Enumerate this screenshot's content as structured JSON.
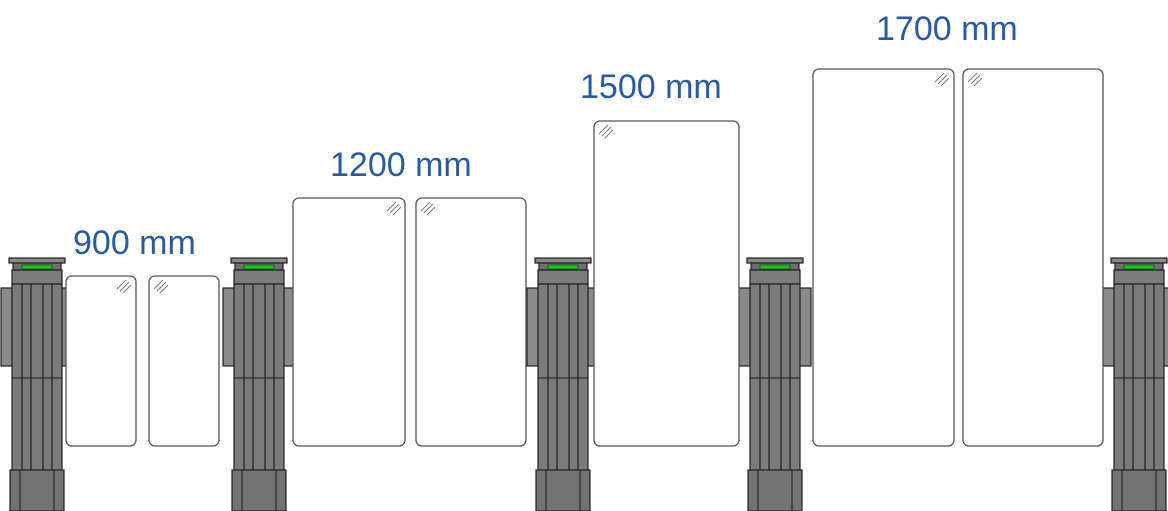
{
  "widths": {
    "w900": "900 mm",
    "w1200": "1200 mm",
    "w1500": "1500 mm",
    "w1700": "1700 mm"
  },
  "colors": {
    "label": "#2a5aa0",
    "post_fill": "#7b7b7b",
    "post_stroke": "#1e1e1e",
    "indicator": "#1fbf1f",
    "panel_stroke": "#555555"
  },
  "icons": {
    "panel_corner": "glass-hatch-icon"
  }
}
